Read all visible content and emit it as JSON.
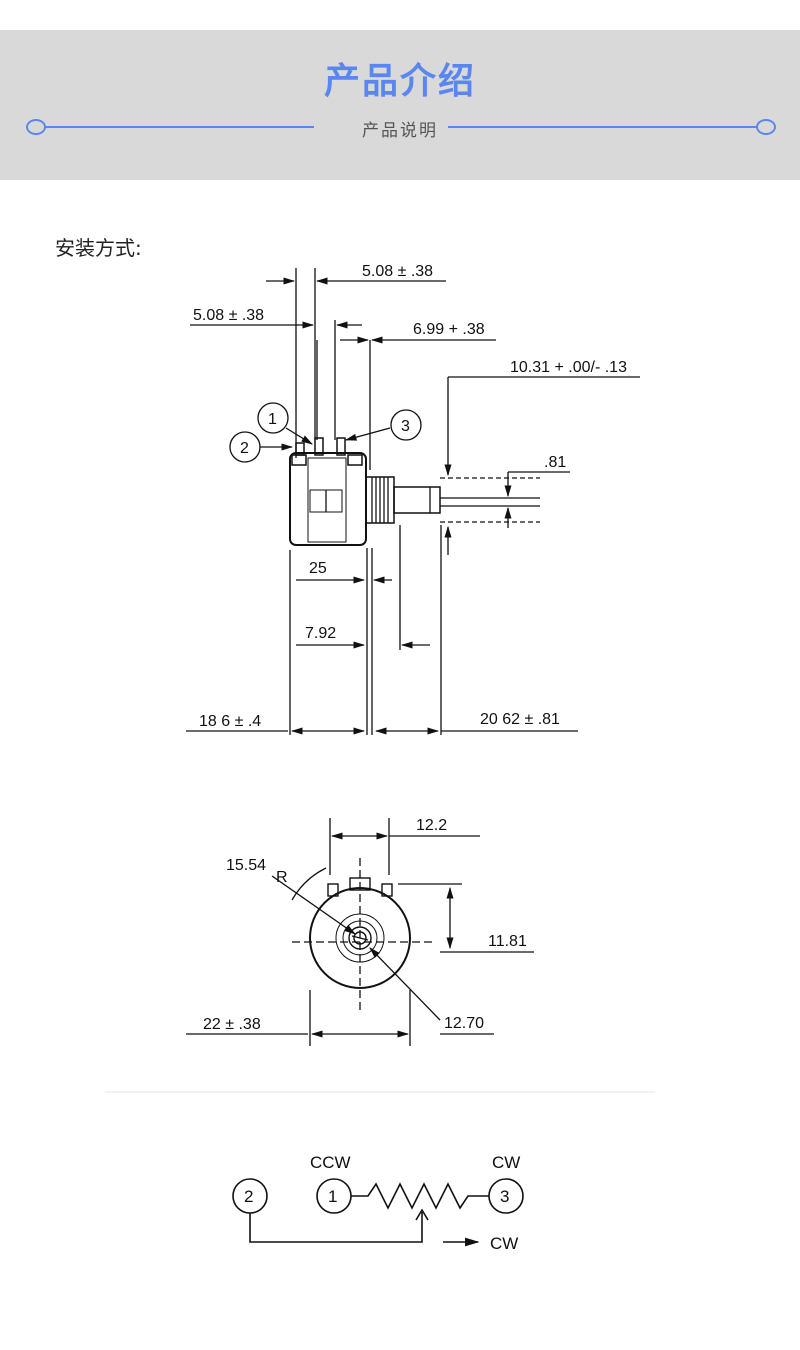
{
  "header": {
    "title": "产品介绍",
    "subtitle": "产品说明",
    "accent_color": "#5a86f0",
    "background_color": "#d9d9d9"
  },
  "section": {
    "mounting_label": "安装方式:"
  },
  "side_view": {
    "dim_top_pin_pitch": "5.08 ± .38",
    "dim_left_pin_pitch": "5.08  ± .38",
    "dim_pin_to_shaft": "6.99 + .38",
    "dim_shaft_diameter": "10.31 + .00/- .13",
    "dim_flat": ".81",
    "dim_bushing": "25",
    "dim_bushing_len": "7.92",
    "dim_body_len": "18 6 ± .4",
    "dim_shaft_len": "20 62 ± .81",
    "pin_1": "1",
    "pin_2": "2",
    "pin_3": "3"
  },
  "front_view": {
    "dim_pin_span": "12.2",
    "dim_radius": "15.54",
    "radius_symbol": "R",
    "dim_height": "11.81",
    "dim_body_diameter": "22 ± .38",
    "dim_shaft": "12.70"
  },
  "schematic": {
    "ccw_label": "CCW",
    "cw_label": "CW",
    "cw_arrow_label": "CW",
    "node_2": "2",
    "node_1": "1",
    "node_3": "3"
  }
}
